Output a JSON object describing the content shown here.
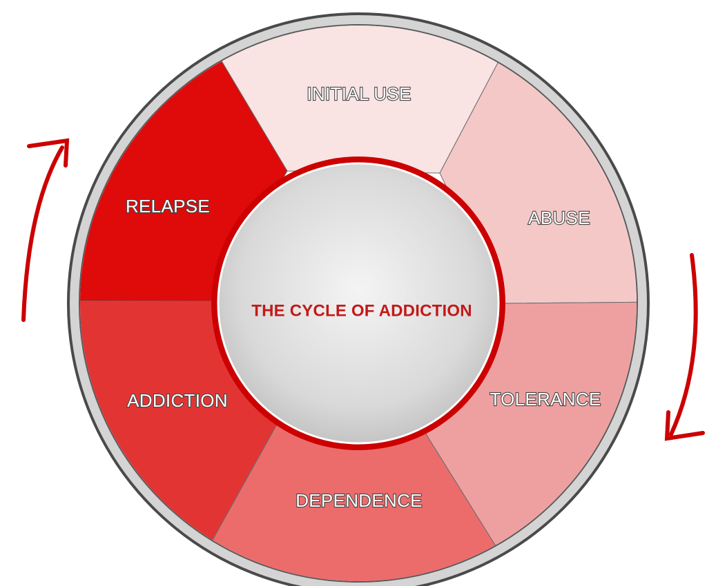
{
  "diagram": {
    "center_title": "THE CYCLE OF ADDICTION",
    "stages": [
      {
        "id": "initial-use",
        "label": "INITIAL USE",
        "fill": "#f9e3e3",
        "text": "#ffffff"
      },
      {
        "id": "abuse",
        "label": "ABUSE",
        "fill": "#f5c8c8",
        "text": "#ffffff"
      },
      {
        "id": "tolerance",
        "label": "TOLERANCE",
        "fill": "#eea0a0",
        "text": "#ffffff"
      },
      {
        "id": "dependence",
        "label": "DEPENDENCE",
        "fill": "#ec6c6c",
        "text": "#ffffff"
      },
      {
        "id": "addiction",
        "label": "ADDICTION",
        "fill": "#e33434",
        "text": "#ffffff"
      },
      {
        "id": "relapse",
        "label": "RELAPSE",
        "fill": "#df0a0a",
        "text": "#ffffff"
      }
    ],
    "colors": {
      "accent": "#cc0000",
      "ring": "#d4d4d4",
      "ring_border": "#4a4a4a",
      "hub": "#e6e6e6",
      "title": "#c41818"
    }
  }
}
